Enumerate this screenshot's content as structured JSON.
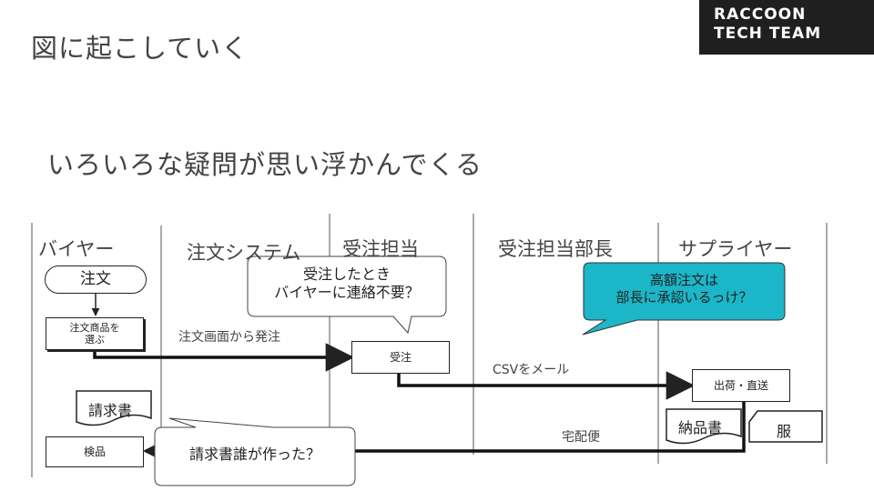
{
  "header": {
    "title": "図に起こしていく",
    "logo_line1": "RACCOON",
    "logo_line2": "TECH TEAM"
  },
  "subtitle": "いろいろな疑問が思い浮かんでくる",
  "lanes": [
    "バイヤー",
    "注文システム",
    "受注担当",
    "受注担当部長",
    "サプライヤー"
  ],
  "nodes": {
    "order_start": "注文",
    "select_product": "注文商品を\n選ぶ",
    "receive_order": "受注",
    "ship_direct": "出荷・直送",
    "inspect": "検品",
    "invoice_doc": "請求書",
    "delivery_note_doc": "納品書",
    "clothes_doc": "服"
  },
  "edge_labels": {
    "order_from_screen": "注文画面から発注",
    "csv_mail": "CSVをメール",
    "home_delivery": "宅配便"
  },
  "callouts": {
    "contact_buyer": "受注したとき\nバイヤーに連絡不要？",
    "manager_approval": "高額注文は\n部長に承認いるっけ？",
    "who_made_invoice": "請求書誰が作った？"
  },
  "colors": {
    "accent_callout": "#1bb6c8",
    "logo_bg": "#1f1f1f"
  }
}
